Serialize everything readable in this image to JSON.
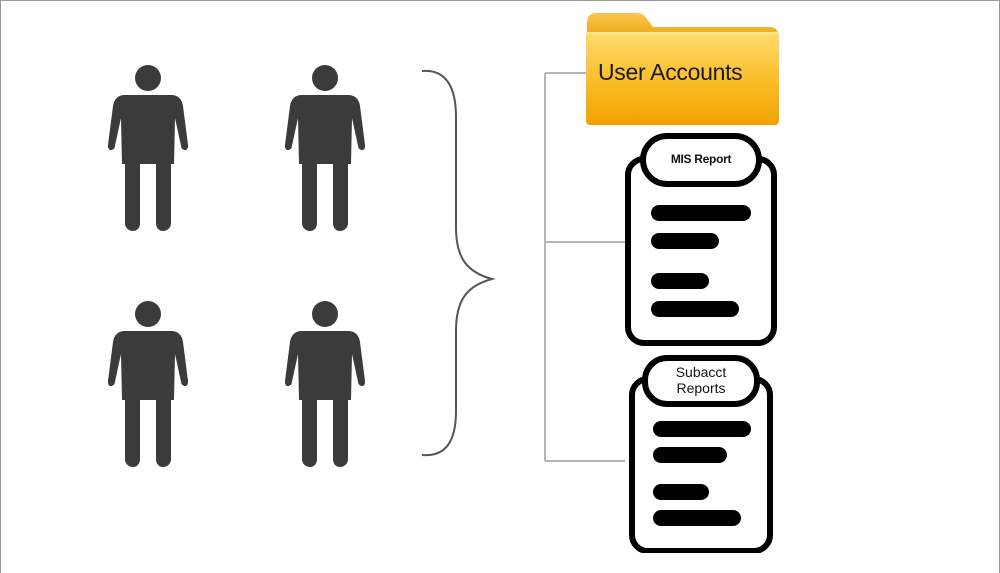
{
  "diagram": {
    "people_icons": [
      "person-icon",
      "person-icon",
      "person-icon",
      "person-icon"
    ],
    "folder": {
      "icon": "folder-icon",
      "label": "User Accounts",
      "color": "#F7B500"
    },
    "documents": [
      {
        "icon": "report-document-icon",
        "label": "MIS Report"
      },
      {
        "icon": "report-document-icon",
        "label_lines": [
          "Subacct",
          "Reports"
        ]
      }
    ],
    "colors": {
      "icon": "#3b3b3b",
      "document_outline": "#000000",
      "connector": "#b5b5b5",
      "brace": "#555555"
    }
  }
}
